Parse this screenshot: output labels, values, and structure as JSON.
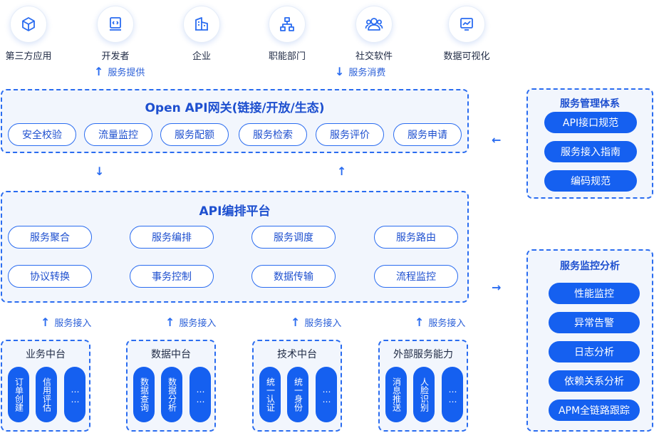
{
  "consumers": [
    {
      "label": "第三方应用",
      "icon": "cube-icon"
    },
    {
      "label": "开发者",
      "icon": "code-monitor-icon"
    },
    {
      "label": "企业",
      "icon": "building-icon"
    },
    {
      "label": "职能部门",
      "icon": "org-chart-icon"
    },
    {
      "label": "社交软件",
      "icon": "people-icon"
    },
    {
      "label": "数据可视化",
      "icon": "chart-monitor-icon"
    }
  ],
  "flows": {
    "provide": "服务提供",
    "consume": "服务消费",
    "access": "服务接入"
  },
  "gateway": {
    "title": "Open API网关(链接/开放/生态)",
    "items": [
      "安全校验",
      "流量监控",
      "服务配额",
      "服务检索",
      "服务评价",
      "服务申请"
    ]
  },
  "orchestration": {
    "title": "API编排平台",
    "items": [
      "服务聚合",
      "服务编排",
      "服务调度",
      "服务路由",
      "协议转换",
      "事务控制",
      "数据传输",
      "流程监控"
    ]
  },
  "management": {
    "title": "服务管理体系",
    "items": [
      "API接口规范",
      "服务接入指南",
      "编码规范"
    ]
  },
  "monitoring": {
    "title": "服务监控分析",
    "items": [
      "性能监控",
      "异常告警",
      "日志分析",
      "依赖关系分析",
      "APM全链路跟踪"
    ]
  },
  "sources": [
    {
      "title": "业务中台",
      "items": [
        "订单创建",
        "信用评估",
        "……"
      ]
    },
    {
      "title": "数据中台",
      "items": [
        "数据查询",
        "数据分析",
        "……"
      ]
    },
    {
      "title": "技术中台",
      "items": [
        "统一认证",
        "统一身份",
        "……"
      ]
    },
    {
      "title": "外部服务能力",
      "items": [
        "消息推送",
        "人脸识别",
        "……"
      ]
    }
  ],
  "colors": {
    "accent": "#2a6cf0",
    "solid": "#1560f0",
    "panel_bg": "#f2f6fd"
  }
}
